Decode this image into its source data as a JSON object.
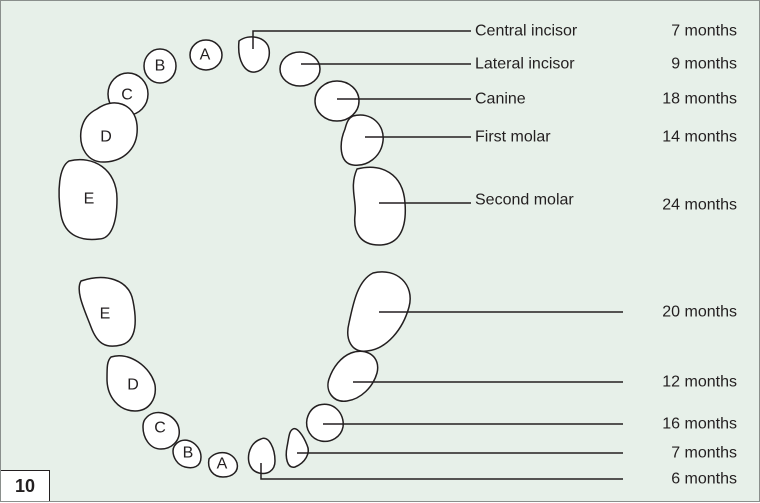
{
  "figure_number": "10",
  "upper_left_letters": [
    "A",
    "B",
    "C",
    "D",
    "E"
  ],
  "lower_left_letters": [
    "E",
    "D",
    "C",
    "B",
    "A"
  ],
  "upper_labels": [
    {
      "name": "Central incisor",
      "age": "7 months"
    },
    {
      "name": "Lateral incisor",
      "age": "9 months"
    },
    {
      "name": "Canine",
      "age": "18 months"
    },
    {
      "name": "First molar",
      "age": "14 months"
    },
    {
      "name": "Second molar",
      "age": "24 months"
    }
  ],
  "lower_ages": [
    "20 months",
    "12 months",
    "16 months",
    "7 months",
    "6 months"
  ]
}
